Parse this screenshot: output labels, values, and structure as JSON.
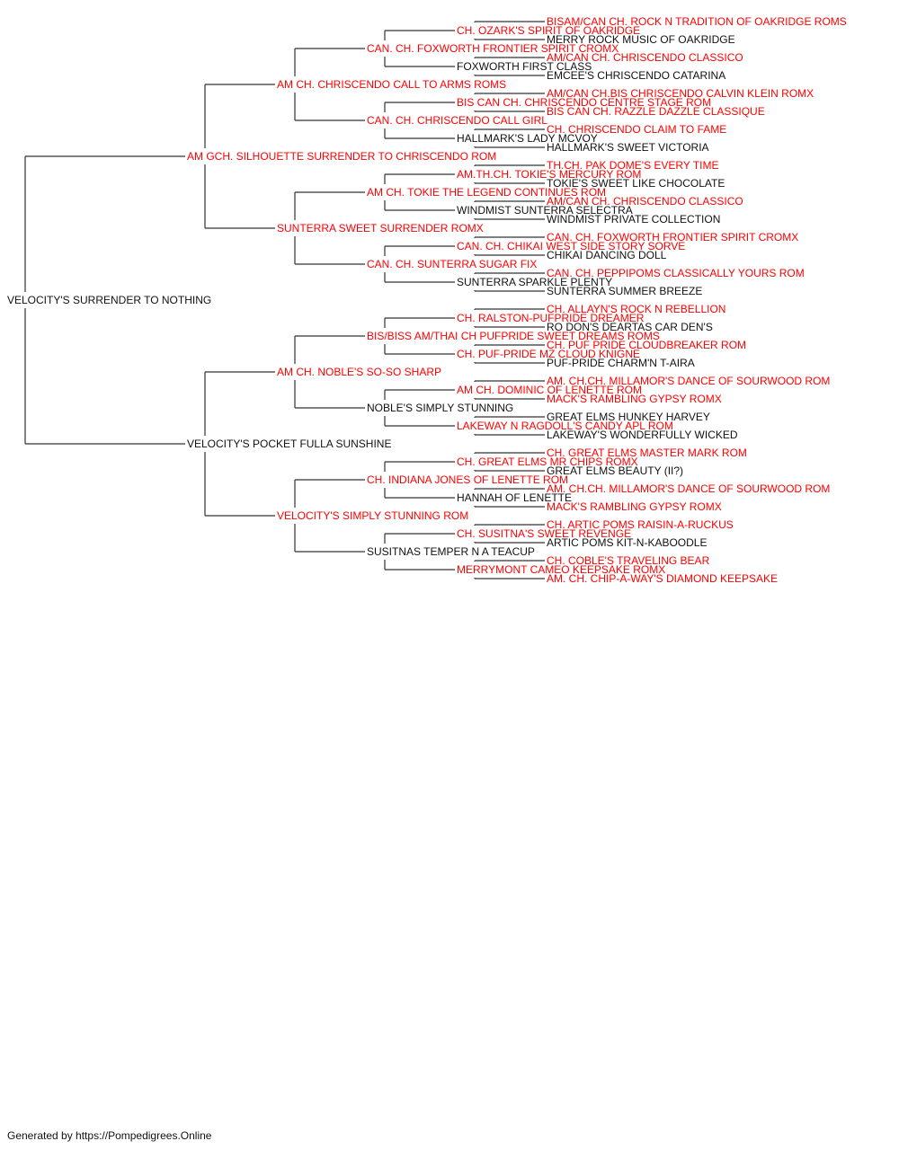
{
  "subject": {
    "name": "VELOCITY'S SURRENDER TO NOTHING",
    "titled": false
  },
  "sire": {
    "name": "AM GCH. SILHOUETTE SURRENDER TO CHRISCENDO ROM",
    "titled": true
  },
  "dam": {
    "name": "VELOCITY'S POCKET FULLA SUNSHINE",
    "titled": false
  },
  "grandparents": [
    {
      "name": "AM CH. CHRISCENDO CALL TO ARMS ROMS",
      "titled": true
    },
    {
      "name": "SUNTERRA SWEET SURRENDER ROMX",
      "titled": true
    },
    {
      "name": "AM CH. NOBLE'S SO-SO SHARP",
      "titled": true
    },
    {
      "name": "VELOCITY'S SIMPLY STUNNING ROM",
      "titled": true
    }
  ],
  "great_grandparents": [
    {
      "name": "CAN. CH. FOXWORTH FRONTIER SPIRIT CROMX",
      "titled": true
    },
    {
      "name": "CAN. CH. CHRISCENDO CALL GIRL",
      "titled": true
    },
    {
      "name": "AM CH. TOKIE THE LEGEND CONTINUES ROM",
      "titled": true
    },
    {
      "name": "CAN. CH. SUNTERRA SUGAR FIX",
      "titled": true
    },
    {
      "name": "BIS/BISS AM/THAI CH PUFPRIDE SWEET DREAMS ROMS",
      "titled": true
    },
    {
      "name": "NOBLE'S SIMPLY STUNNING",
      "titled": false
    },
    {
      "name": "CH. INDIANA JONES OF LENETTE ROM",
      "titled": true
    },
    {
      "name": "SUSITNAS TEMPER N A TEACUP",
      "titled": false
    }
  ],
  "gen4": [
    {
      "name": "CH. OZARK'S SPIRIT OF OAKRIDGE",
      "titled": true
    },
    {
      "name": "FOXWORTH FIRST CLASS",
      "titled": false
    },
    {
      "name": "BIS CAN CH. CHRISCENDO CENTRE STAGE ROM",
      "titled": true
    },
    {
      "name": "HALLMARK'S LADY MCVOY",
      "titled": false
    },
    {
      "name": "AM.TH.CH. TOKIE'S MERCURY ROM",
      "titled": true
    },
    {
      "name": "WINDMIST SUNTERRA SELECTRA",
      "titled": false
    },
    {
      "name": "CAN. CH. CHIKAI WEST SIDE STORY SORVE",
      "titled": true
    },
    {
      "name": "SUNTERRA SPARKLE PLENTY",
      "titled": false
    },
    {
      "name": "CH. RALSTON-PUFPRIDE DREAMER",
      "titled": true
    },
    {
      "name": "CH. PUF-PRIDE MZ CLOUD KNIGNE",
      "titled": true
    },
    {
      "name": "AM CH. DOMINIC OF LENETTE ROM",
      "titled": true
    },
    {
      "name": "LAKEWAY N RAGDOLL'S CANDY APL ROM",
      "titled": true
    },
    {
      "name": "CH. GREAT ELMS MR CHIPS ROMX",
      "titled": true
    },
    {
      "name": "HANNAH OF LENETTE",
      "titled": false
    },
    {
      "name": "CH. SUSITNA'S SWEET REVENGE",
      "titled": true
    },
    {
      "name": "MERRYMONT CAMEO KEEPSAKE ROMX",
      "titled": true
    }
  ],
  "gen5": [
    {
      "name": "BISAM/CAN CH. ROCK N TRADITION OF OAKRIDGE ROMS",
      "titled": true
    },
    {
      "name": "MERRY ROCK MUSIC OF OAKRIDGE",
      "titled": false
    },
    {
      "name": "AM/CAN CH. CHRISCENDO CLASSICO",
      "titled": true
    },
    {
      "name": "EMCEE'S CHRISCENDO CATARINA",
      "titled": false
    },
    {
      "name": "AM/CAN CH.BIS CHRISCENDO CALVIN KLEIN ROMX",
      "titled": true
    },
    {
      "name": "BIS CAN CH. RAZZLE DAZZLE CLASSIQUE",
      "titled": true
    },
    {
      "name": "CH. CHRISCENDO CLAIM TO FAME",
      "titled": true
    },
    {
      "name": "HALLMARK'S SWEET VICTORIA",
      "titled": false
    },
    {
      "name": "TH.CH. PAK DOME'S EVERY TIME",
      "titled": true
    },
    {
      "name": "TOKIE'S SWEET LIKE CHOCOLATE",
      "titled": false
    },
    {
      "name": "AM/CAN CH. CHRISCENDO CLASSICO",
      "titled": true
    },
    {
      "name": "WINDMIST PRIVATE COLLECTION",
      "titled": false
    },
    {
      "name": "CAN. CH. FOXWORTH FRONTIER SPIRIT CROMX",
      "titled": true
    },
    {
      "name": "CHIKAI DANCING DOLL",
      "titled": false
    },
    {
      "name": "CAN. CH. PEPPIPOMS CLASSICALLY YOURS ROM",
      "titled": true
    },
    {
      "name": "SUNTERRA SUMMER BREEZE",
      "titled": false
    },
    {
      "name": "CH. ALLAYN'S ROCK N REBELLION",
      "titled": true
    },
    {
      "name": "RO DON'S DEARTAS CAR DEN'S",
      "titled": false
    },
    {
      "name": "CH. PUF PRIDE CLOUDBREAKER ROM",
      "titled": true
    },
    {
      "name": "PUF-PRIDE CHARM'N T-AIRA",
      "titled": false
    },
    {
      "name": "AM. CH.CH. MILLAMOR'S DANCE OF SOURWOOD ROM",
      "titled": true
    },
    {
      "name": "MACK'S RAMBLING GYPSY ROMX",
      "titled": true
    },
    {
      "name": "GREAT ELMS HUNKEY HARVEY",
      "titled": false
    },
    {
      "name": "LAKEWAY'S WONDERFULLY WICKED",
      "titled": false
    },
    {
      "name": "CH. GREAT ELMS MASTER MARK ROM",
      "titled": true
    },
    {
      "name": "GREAT ELMS BEAUTY (II?)",
      "titled": false
    },
    {
      "name": "AM. CH.CH. MILLAMOR'S DANCE OF SOURWOOD ROM",
      "titled": true
    },
    {
      "name": "MACK'S RAMBLING GYPSY ROMX",
      "titled": true
    },
    {
      "name": "CH. ARTIC POMS RAISIN-A-RUCKUS",
      "titled": true
    },
    {
      "name": "ARTIC POMS KIT-N-KABOODLE",
      "titled": false
    },
    {
      "name": "CH. COBLE'S TRAVELING BEAR",
      "titled": true
    },
    {
      "name": "AM. CH. CHIP-A-WAY'S DIAMOND KEEPSAKE",
      "titled": true
    }
  ],
  "footer": {
    "text": "Generated by https://Pompedigrees.Online"
  },
  "colors": {
    "titled": "#ff0000",
    "untitled": "#111111",
    "connector": "#333333"
  }
}
